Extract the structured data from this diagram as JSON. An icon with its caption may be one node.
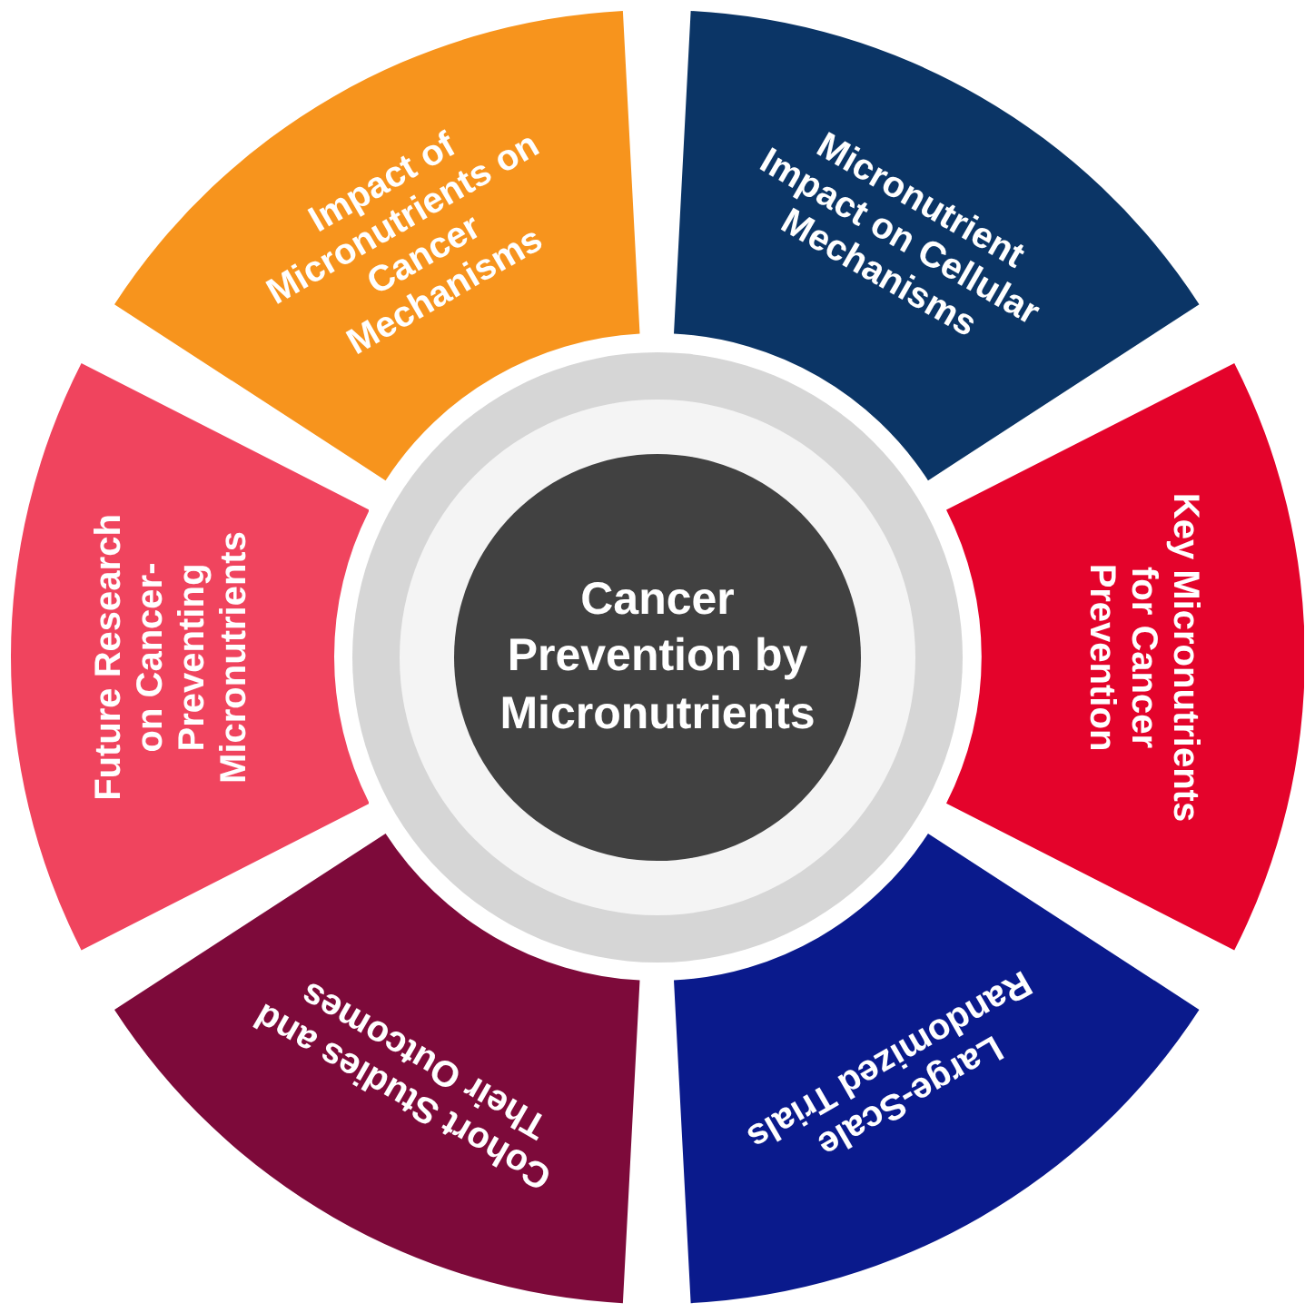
{
  "diagram": {
    "nodes": [
      {
        "text": [
          "Cancer Prevention by Micronutrients"
        ]
      },
      {
        "text": [
          "Impact of Micronutrients on Cancer Mechanisms"
        ]
      },
      {
        "text": [
          "Micronutrient Impact on Cellular Mechanisms"
        ]
      },
      {
        "text": [
          "Key Micronutrients for Cancer Prevention"
        ]
      },
      {
        "text": [
          "Large-Scale Randomized Trials"
        ]
      },
      {
        "text": [
          "Cohort Studies and Their Outcomes"
        ]
      },
      {
        "text": [
          "Future Research on Cancer-Preventing Micronutrients"
        ]
      }
    ]
  }
}
